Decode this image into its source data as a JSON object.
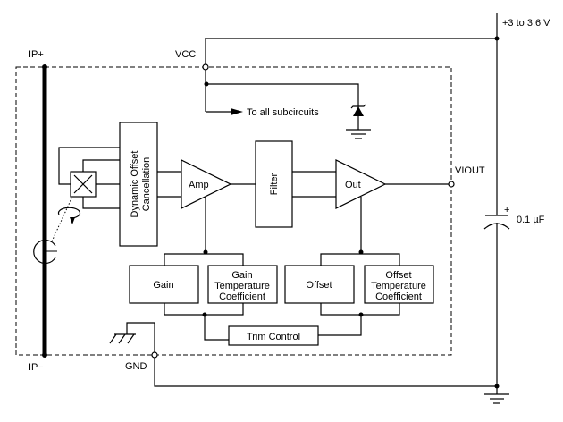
{
  "labels": {
    "ip_plus": "IP+",
    "ip_minus": "IP−",
    "vcc": "VCC",
    "gnd": "GND",
    "viout": "VIOUT",
    "supply": "+3 to 3.6 V",
    "to_all": "To all subcircuits",
    "cap_plus": "+",
    "cap_value": "0.1 µF"
  },
  "blocks": {
    "doc_line1": "Dynamic Offset",
    "doc_line2": "Cancellation",
    "amp": "Amp",
    "filter": "Filter",
    "out": "Out",
    "gain": "Gain",
    "gain_tc": [
      "Gain",
      "Temperature",
      "Coefficient"
    ],
    "offset": "Offset",
    "offset_tc": [
      "Offset",
      "Temperature",
      "Coefficient"
    ],
    "trim": "Trim Control"
  }
}
